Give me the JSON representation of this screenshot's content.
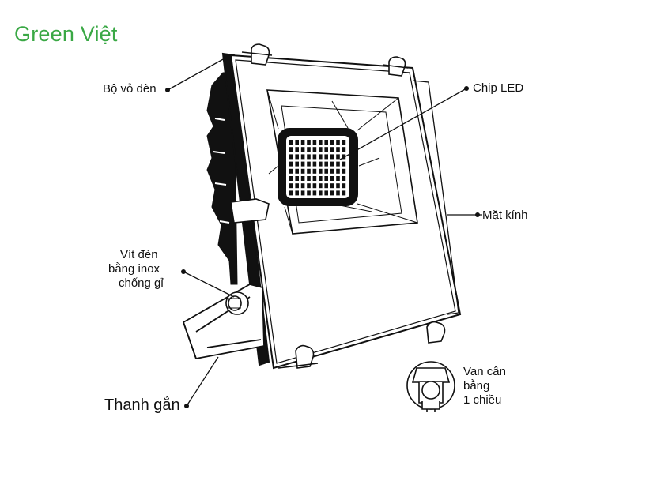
{
  "brand": {
    "text": "Green Việt",
    "color": "#3aa845"
  },
  "labels": {
    "housing": "Bộ vỏ đèn",
    "chip": "Chip LED",
    "glass": "Mặt kính",
    "screw_line1": "Vít đèn",
    "screw_line2": "bằng inox",
    "screw_line3": "chống gỉ",
    "bracket": "Thanh gắn",
    "valve_line1": "Van cân",
    "valve_line2": "bằng",
    "valve_line3": "1 chiều"
  },
  "colors": {
    "line": "#111111",
    "background": "#ffffff"
  }
}
